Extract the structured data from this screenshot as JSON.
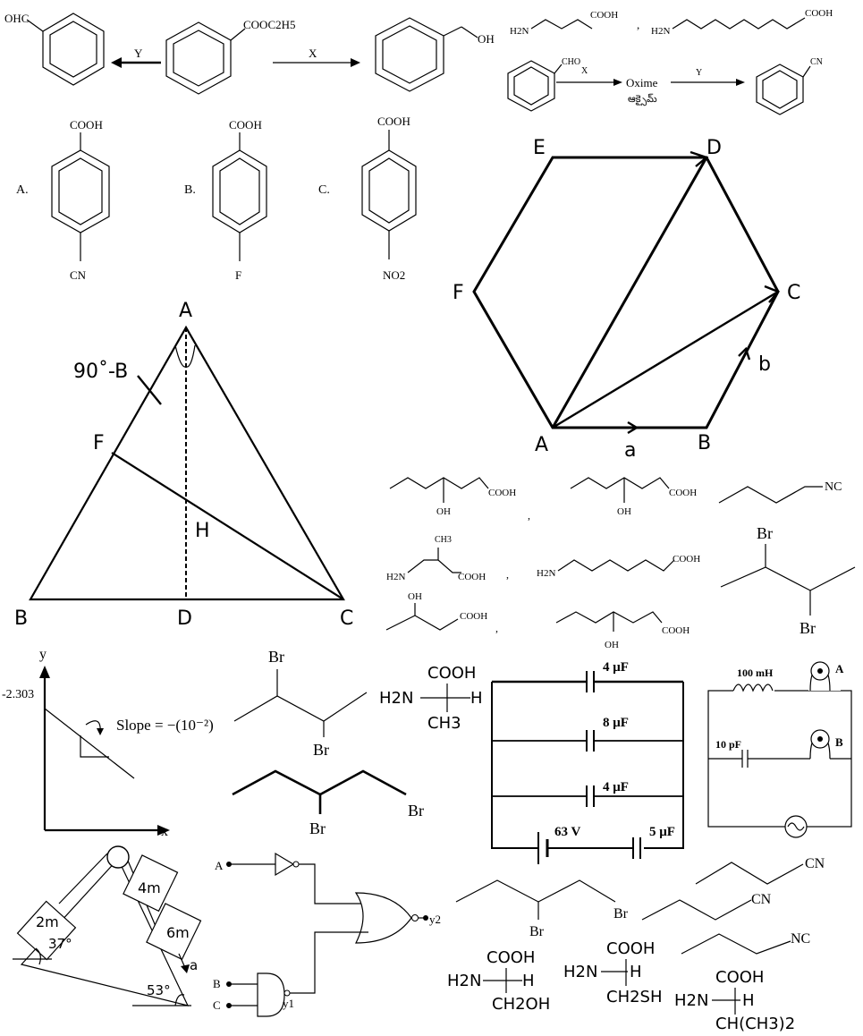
{
  "scheme1": {
    "reactant": "COOC2H5",
    "left_product": "OHC",
    "right_product": "OH",
    "arrow_left": "Y",
    "arrow_right": "X"
  },
  "acids": {
    "labels": [
      "A.",
      "B.",
      "C."
    ],
    "top_group": "COOH",
    "para_groups": [
      "CN",
      "F",
      "NO2"
    ]
  },
  "amino_top": {
    "left_nh2": "H2N",
    "left_cooh": "COOH",
    "sep": ",",
    "right_nh2": "H2N",
    "right_cooh": "COOH"
  },
  "scheme2": {
    "cho": "CHO",
    "x": "X",
    "oxime": "Oxime",
    "oxime_telugu": "ఆక్సైమ్",
    "y": "Y",
    "cn": "CN"
  },
  "triangle": {
    "A": "A",
    "B": "B",
    "C": "C",
    "D": "D",
    "F": "F",
    "H": "H",
    "angle_label": "90˚-B"
  },
  "hexagon": {
    "A": "A",
    "B": "B",
    "C": "C",
    "D": "D",
    "E": "E",
    "F": "F",
    "vec_a": "a",
    "vec_b": "b"
  },
  "hydroxy": {
    "cooh": "COOH",
    "oh": "OH",
    "ch3": "CH3",
    "h2n": "H2N",
    "nc": "NC",
    "br": "Br",
    "sep": ","
  },
  "graph": {
    "y_axis": "y",
    "x_axis": "x",
    "intercept": "-2.303",
    "slope": "Slope = −(10⁻²)"
  },
  "dibromo": {
    "br": "Br"
  },
  "alanine": {
    "cooh": "COOH",
    "h2n": "H2N",
    "h": "H",
    "ch3": "CH3"
  },
  "capacitors": {
    "c1": "4 μF",
    "c2": "8 μF",
    "c3": "4 μF",
    "c4": "5 μF",
    "emf": "63 V"
  },
  "lc_circuit": {
    "inductor": "100 mH",
    "capacitor": "10 pF",
    "bulb_a": "A",
    "bulb_b": "B"
  },
  "blocks": {
    "m1": "2m",
    "m2": "4m",
    "m3": "6m",
    "angle1": "37°",
    "angle2": "53°",
    "accel": "a"
  },
  "logic": {
    "in_a": "A",
    "in_b": "B",
    "in_c": "C",
    "y1": "y1",
    "y2": "y2"
  },
  "nitriles": {
    "cn": "CN",
    "nc": "NC",
    "br": "Br"
  },
  "amino_bottom": {
    "cooh": "COOH",
    "h2n": "H2N",
    "h": "H",
    "ch2oh": "CH2OH",
    "ch2sh": "CH2SH",
    "chme2": "CH(CH3)2"
  }
}
